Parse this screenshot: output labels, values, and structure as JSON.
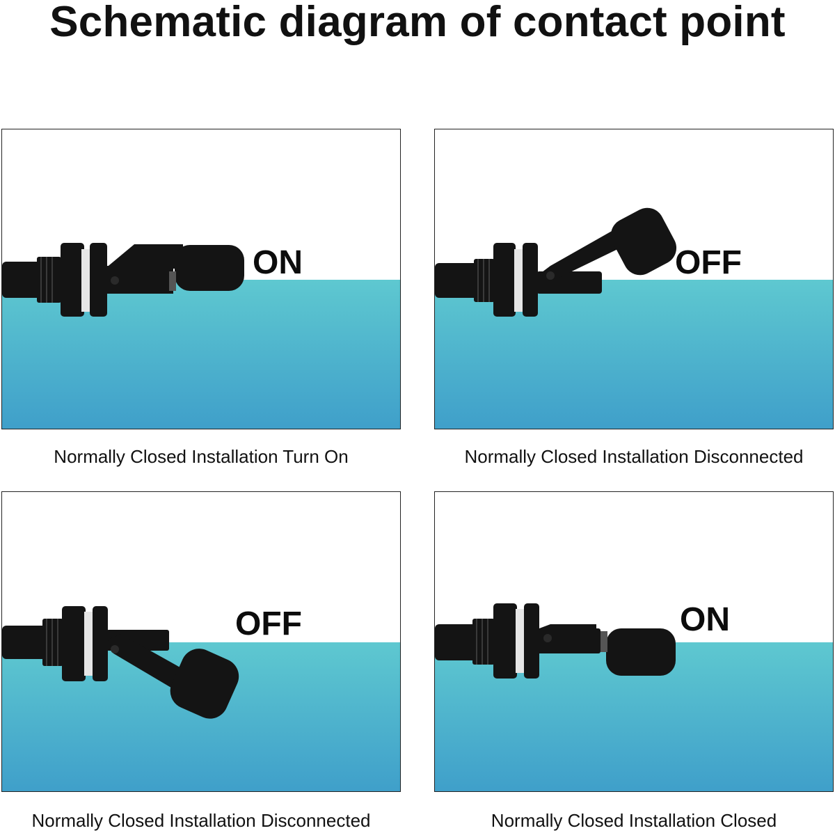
{
  "title": "Schematic diagram of contact point",
  "colors": {
    "water_top": "#5ec8d0",
    "water_bottom": "#3f9fca",
    "switch_body": "#141414",
    "washer": "#e6e6e6",
    "border": "#222222"
  },
  "panels": [
    {
      "state_label": "ON",
      "caption": "Normally Closed Installation Turn On",
      "float_position": "horizontal"
    },
    {
      "state_label": "OFF",
      "caption": "Normally Closed Installation Disconnected",
      "float_position": "raised"
    },
    {
      "state_label": "OFF",
      "caption": "Normally Closed Installation Disconnected",
      "float_position": "lowered"
    },
    {
      "state_label": "ON",
      "caption": "Normally Closed Installation Closed",
      "float_position": "horizontal"
    }
  ]
}
